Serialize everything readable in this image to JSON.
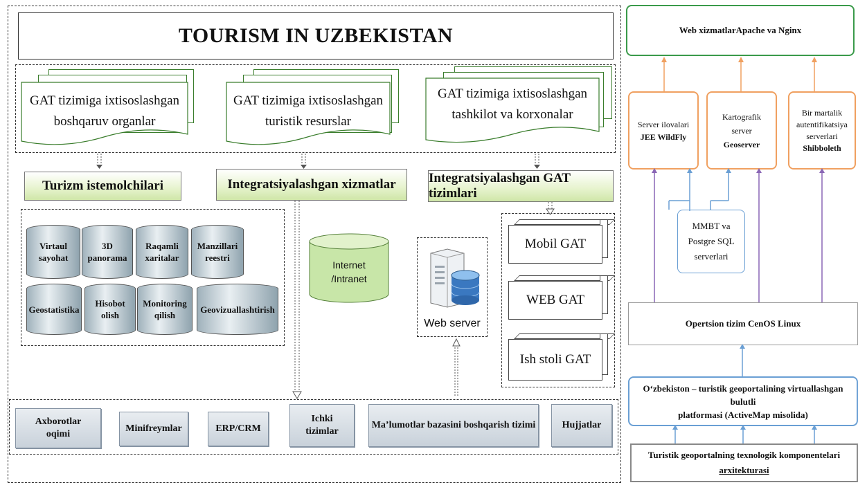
{
  "left": {
    "title": "TOURISM IN UZBEKISTAN",
    "docs": [
      {
        "line1": "GAT tizimiga ixtisoslashgan",
        "line2": "boshqaruv organlar"
      },
      {
        "line1": "GAT tizimiga ixtisoslashgan",
        "line2": "turistik resurslar"
      },
      {
        "line1": "GAT tizimiga ixtisoslashgan",
        "line2": "tashkilot va korxonalar"
      }
    ],
    "bars": [
      "Turizm istemolchilari",
      "Integratsiyalashgan xizmatlar",
      "Integratsiyalashgan GAT tizimlari"
    ],
    "cylinders_row1": [
      {
        "l1": "Virtaul",
        "l2": "sayohat"
      },
      {
        "l1": "3D",
        "l2": "panorama"
      },
      {
        "l1": "Raqamli",
        "l2": "xaritalar"
      },
      {
        "l1": "Manzillari",
        "l2": "reestri"
      }
    ],
    "cylinders_row2": [
      {
        "l1": "Geostatistika",
        "l2": ""
      },
      {
        "l1": "Hisobot",
        "l2": "olish"
      },
      {
        "l1": "Monitoring",
        "l2": "qilish"
      },
      {
        "l1": "Geovizuallashtirish",
        "l2": ""
      }
    ],
    "internet": {
      "l1": "Internet",
      "l2": "/Intranet"
    },
    "web_server": "Web server",
    "gat_boxes": [
      "Mobil GAT",
      "WEB GAT",
      "Ish stoli GAT"
    ],
    "bottom_items": [
      {
        "l1": "Axborotlar",
        "l2": "oqimi"
      },
      {
        "l1": "Minifreymlar",
        "l2": ""
      },
      {
        "l1": "ERP/CRM",
        "l2": ""
      },
      {
        "l1": "Ichki",
        "l2": "tizimlar"
      },
      {
        "l1": "Ma’lumotlar bazasini boshqarish tizimi",
        "l2": ""
      },
      {
        "l1": "Hujjatlar",
        "l2": ""
      }
    ]
  },
  "right": {
    "top": "Web xizmatlarApache va Nginx",
    "server1": {
      "l1": "Server ilovalari",
      "l2": "JEE WildFly"
    },
    "server2": {
      "l1": "Kartografik",
      "l2": "server",
      "l3": "Geoserver"
    },
    "server3": {
      "l1": "Bir martalik",
      "l2": "autentifikatsiya",
      "l3": "serverlari",
      "l4": "Shibboleth"
    },
    "db": {
      "l1": "MMBT va",
      "l2": "Postgre SQL",
      "l3": "serverlari"
    },
    "os": "Opertsion tizim CenOS Linux",
    "platform": {
      "l1": "O‘zbekiston – turistik geoportalining virtuallashgan bulutli",
      "l2": "platformasi (ActiveMap misolida)"
    },
    "footer": {
      "l1": "Turistik geoportalning texnologik  komponentelari",
      "l2": "arxitekturasi"
    }
  },
  "colors": {
    "green": "#3a9a4a",
    "orange": "#f0a060",
    "blue": "#6a9fd4",
    "purple": "#8a66b5",
    "grey": "#999999"
  }
}
